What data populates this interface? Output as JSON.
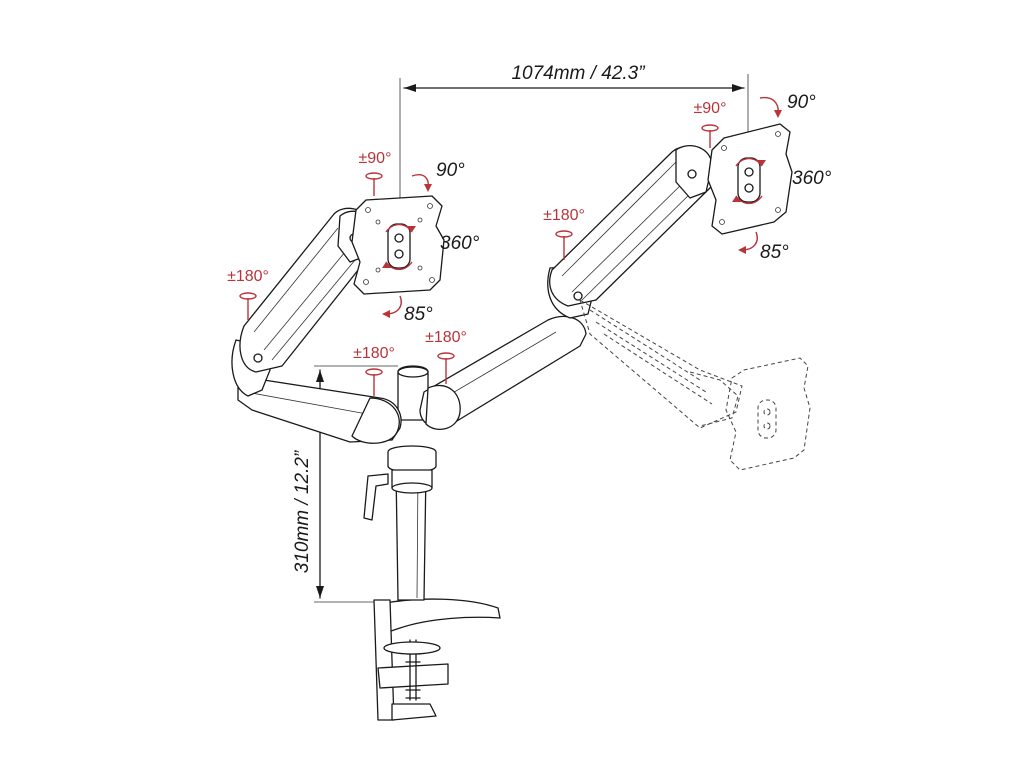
{
  "dimensions": {
    "width_label": "1074mm / 42.3”",
    "height_label": "310mm / 12.2”"
  },
  "left_head": {
    "swivel": "±90°",
    "tilt_up": "90°",
    "rotation": "360°",
    "tilt_down": "85°"
  },
  "right_head": {
    "swivel": "±90°",
    "tilt_up": "90°",
    "rotation": "360°",
    "tilt_down": "85°"
  },
  "joints": {
    "left_elbow": "±180°",
    "right_elbow": "±180°",
    "left_base": "±180°",
    "right_base": "±180°"
  },
  "colors": {
    "line": "#1a1a1a",
    "accent": "#b8343a",
    "background": "#ffffff"
  }
}
